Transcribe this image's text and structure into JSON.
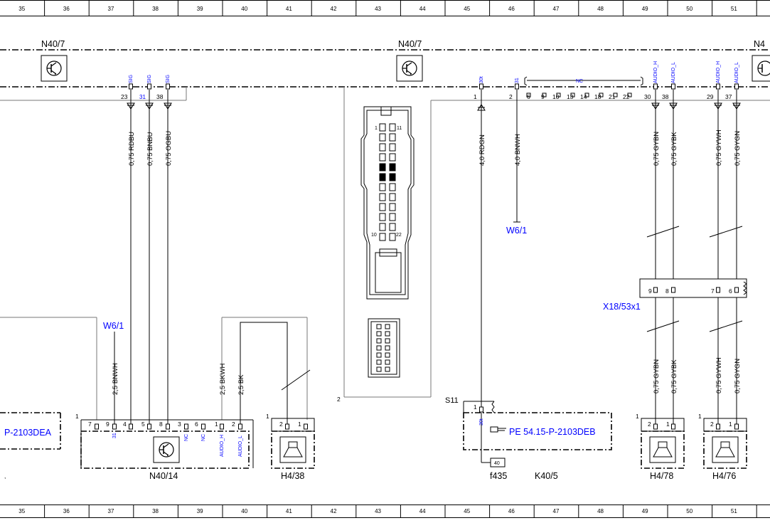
{
  "ruler": {
    "columns": [
      "35",
      "36",
      "37",
      "38",
      "39",
      "40",
      "41",
      "42",
      "43",
      "44",
      "45",
      "46",
      "47",
      "48",
      "49",
      "50",
      "51"
    ]
  },
  "components": {
    "n40_7_left": "N40/7",
    "n40_7_mid": "N40/7",
    "n40_7_right_partial": "N4",
    "n40_14": "N40/14",
    "h4_38": "H4/38",
    "h4_78": "H4/78",
    "h4_76": "H4/76",
    "x18_53x1": "X18/53x1",
    "f435": "f435",
    "k40_5": "K40/5",
    "s11": "S11",
    "w6_1_top": "W6/1",
    "w6_1_left": "W6/1"
  },
  "references": {
    "left_partial": "P-2103DEA",
    "pe_ref": "PE 54.15-P-2103DEB"
  },
  "signals": {
    "sig": "SIG",
    "thirty_one": "31",
    "thirty_t": "30t",
    "nc": "NC",
    "audio_h": "AUDIO_H",
    "audio_l": "AUDIO_L"
  },
  "pins": {
    "p23": "23",
    "p31": "31",
    "p38": "38",
    "p1": "1",
    "p2": "2",
    "p6": "6",
    "p9": "9",
    "p10": "10",
    "p13": "13",
    "p14": "14",
    "p18": "18",
    "p21": "21",
    "p22": "22",
    "p30": "30",
    "p29": "29",
    "p37": "37",
    "p7": "7",
    "p4": "4",
    "p5": "5",
    "p8": "8",
    "p3": "3",
    "p11": "11",
    "p40": "40",
    "c1": "1",
    "c2": "2"
  },
  "wires": {
    "rdbu": "0,75 RDBU",
    "bnbu": "0,75 BNBU",
    "ogbu": "0,75 OGBU",
    "rdgn": "4,0 RDGN",
    "bnwh": "4,0 BNWH",
    "gybn": "0,75 GYBN",
    "gybk": "0,75 GYBK",
    "gywh": "0,75 GYWH",
    "gygn": "0,75 GYGN",
    "bnwh25": "2,5 BNWH",
    "bkwh25": "2,5 BKWH",
    "bk25": "2,5 BK"
  }
}
